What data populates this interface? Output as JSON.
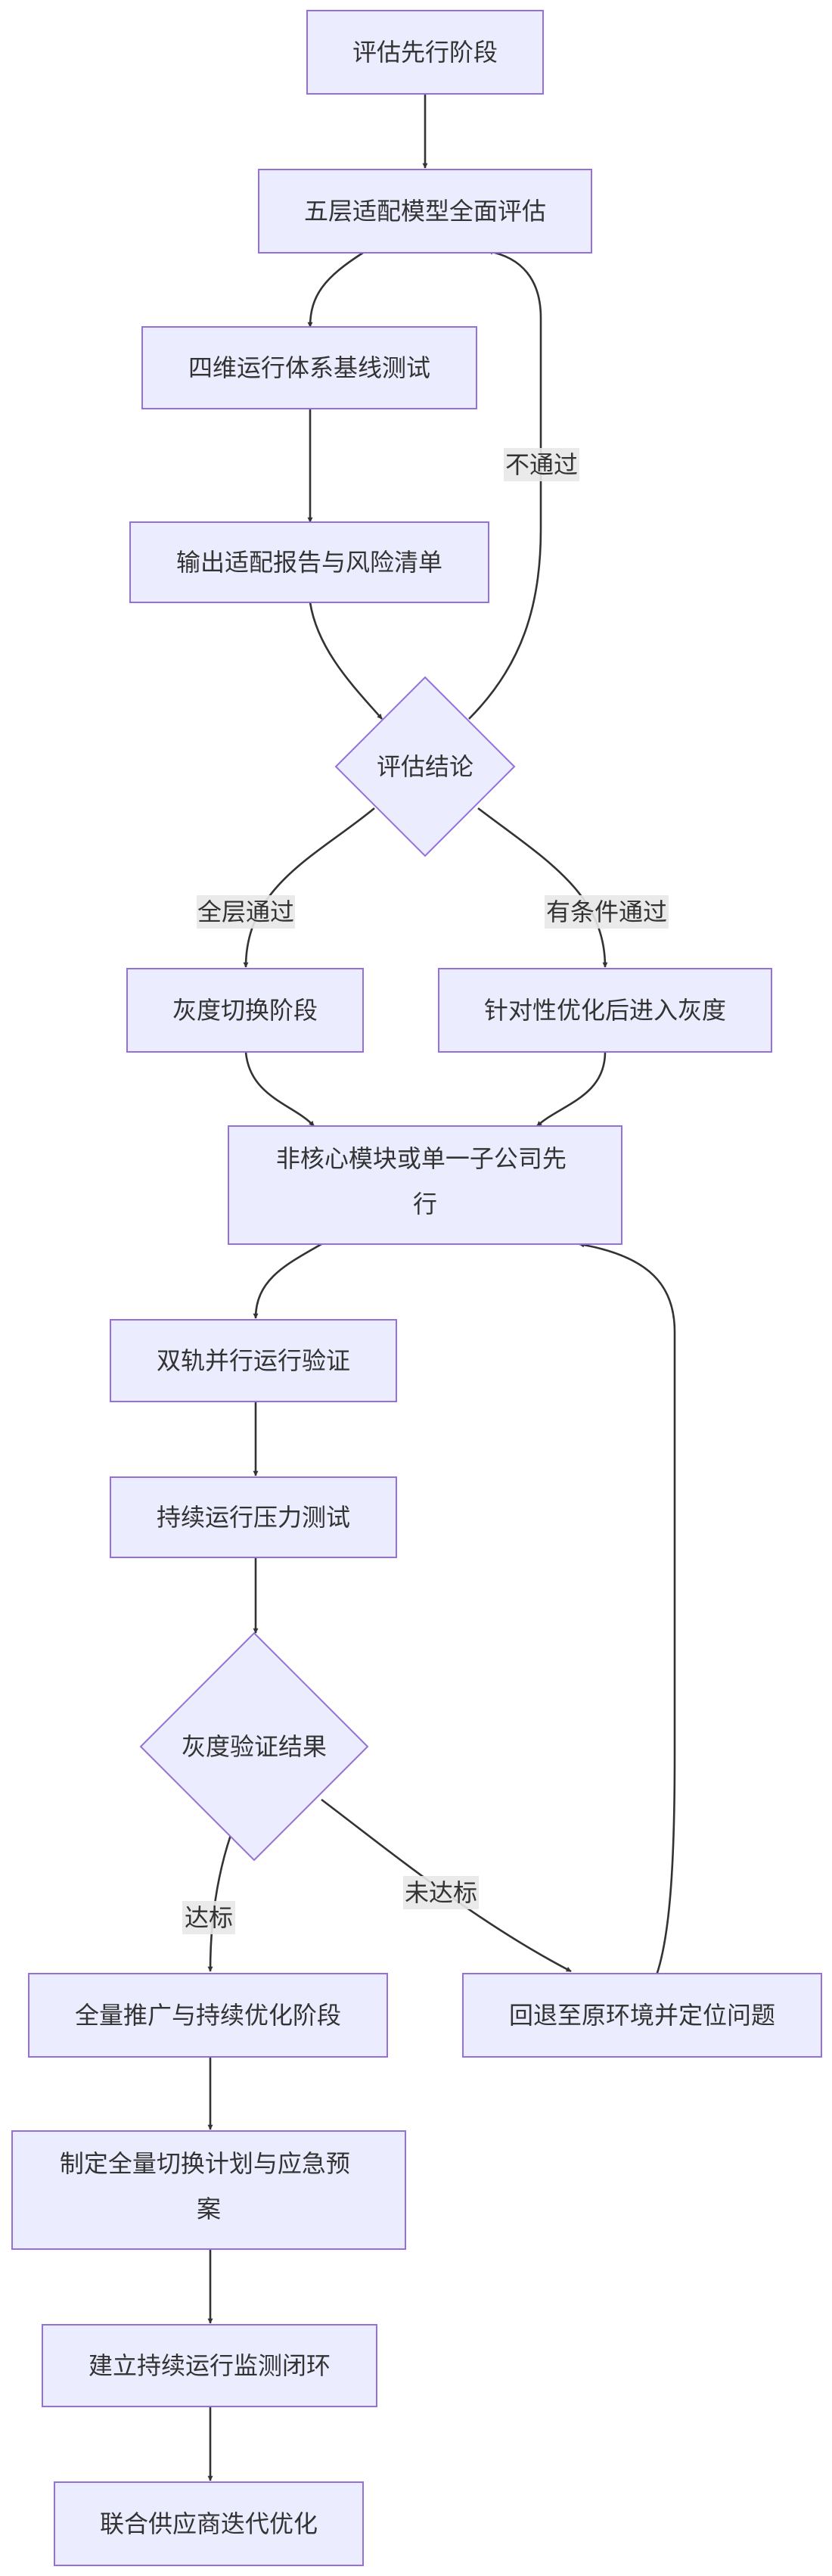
{
  "nodes": {
    "assess_phase": "评估先行阶段",
    "five_layer_eval": "五层适配模型全面评估",
    "four_dim_test": "四维运行体系基线测试",
    "output_report": "输出适配报告与风险清单",
    "eval_conclusion": "评估结论",
    "gray_phase": "灰度切换阶段",
    "optimize_then_gray": "针对性优化后进入灰度",
    "non_core_first": [
      "非核心模块或单一子公司先",
      "行"
    ],
    "dual_track": "双轨并行运行验证",
    "stress_test": "持续运行压力测试",
    "gray_result": "灰度验证结果",
    "full_rollout": "全量推广与持续优化阶段",
    "rollback": "回退至原环境并定位问题",
    "cutover_plan": [
      "制定全量切换计划与应急预",
      "案"
    ],
    "monitor_loop": "建立持续运行监测闭环",
    "vendor_iterate": "联合供应商迭代优化"
  },
  "edge_labels": {
    "fail": "不通过",
    "all_pass": "全层通过",
    "conditional_pass": "有条件通过",
    "meets": "达标",
    "not_meets": "未达标"
  },
  "colors": {
    "node_fill": "#ECECFF",
    "node_stroke": "#9370DB",
    "edge": "#333333",
    "label_bg": "#e8e8e8",
    "text": "#333333"
  }
}
